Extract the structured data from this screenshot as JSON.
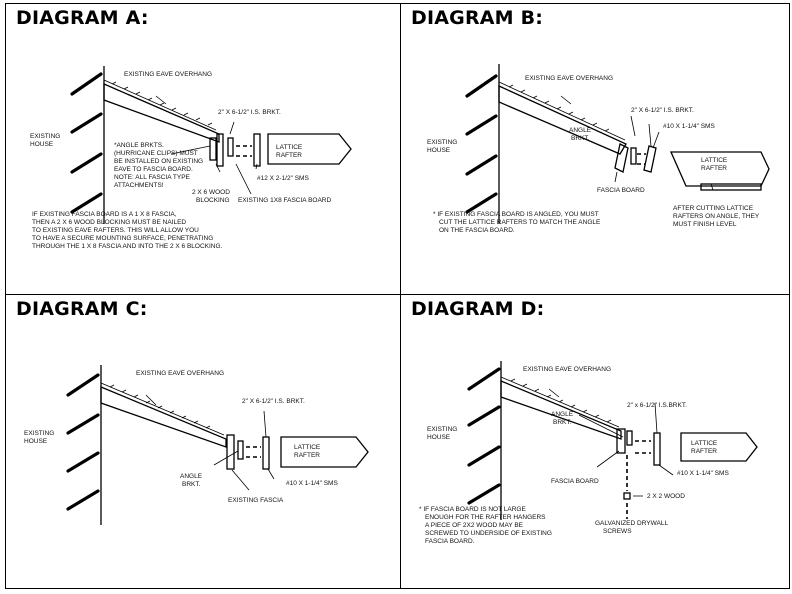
{
  "panels": {
    "a": {
      "title": "DIAGRAM A:",
      "eave": "EXISTING EAVE OVERHANG",
      "bracket": "2\" X 6-1/2\" I.S. BRKT.",
      "house_1": "EXISTING",
      "house_2": "HOUSE",
      "note_1": "*ANGLE BRKTS.",
      "note_2": "(HURRICANE CLIPS) MUST",
      "note_3": "BE INSTALLED ON EXISTING",
      "note_4": "EAVE TO FASCIA BOARD.",
      "note_5": "NOTE: ALL FASCIA TYPE",
      "note_6": "ATTACHMENTS!",
      "rafter_1": "LATTICE",
      "rafter_2": "RAFTER",
      "screw": "#12 X 2-1/2\" SMS",
      "wood_1": "2 X 6 WOOD",
      "wood_2": "BLOCKING",
      "fascia": "EXISTING 1X8 FASCIA BOARD",
      "foot_1": "IF EXISTING FASCIA BOARD IS A 1 X 8 FASCIA,",
      "foot_2": "THEN A 2 X 6 WOOD BLOCKING MUST BE NAILED",
      "foot_3": "TO EXISTING EAVE RAFTERS. THIS WILL ALLOW YOU",
      "foot_4": "TO HAVE A SECURE MOUNTING SURFACE, PENETRATING",
      "foot_5": "THROUGH THE 1 X 8 FASCIA AND INTO THE 2 X 6 BLOCKING."
    },
    "b": {
      "title": "DIAGRAM B:",
      "eave": "EXISTING EAVE OVERHANG",
      "bracket": "2\" X 6-1/2\" I.S. BRKT.",
      "angle_1": "ANGLE",
      "angle_2": "BRKT.",
      "screw": "#10 X 1-1/4\" SMS",
      "house_1": "EXISTING",
      "house_2": "HOUSE",
      "rafter_1": "LATTICE",
      "rafter_2": "RAFTER",
      "fascia": "FASCIA BOARD",
      "foot_1": "* IF EXISTING FASCIA BOARD IS ANGLED, YOU MUST",
      "foot_2": "CUT THE LATTICE RAFTERS TO MATCH THE ANGLE",
      "foot_3": "ON THE FASCIA BOARD.",
      "after_1": "AFTER CUTTING LATTICE",
      "after_2": "RAFTERS ON ANGLE, THEY",
      "after_3": "MUST FINISH LEVEL"
    },
    "c": {
      "title": "DIAGRAM C:",
      "eave": "EXISTING EAVE OVERHANG",
      "bracket": "2\" X 6-1/2\" I.S. BRKT.",
      "house_1": "EXISTING",
      "house_2": "HOUSE",
      "rafter_1": "LATTICE",
      "rafter_2": "RAFTER",
      "angle_1": "ANGLE",
      "angle_2": "BRKT.",
      "screw": "#10 X 1-1/4\" SMS",
      "fascia": "EXISTING FASCIA"
    },
    "d": {
      "title": "DIAGRAM D:",
      "eave": "EXISTING EAVE OVERHANG",
      "bracket": "2\" x 6-1/2\" I.S.BRKT.",
      "angle_1": "ANGLE",
      "angle_2": "BRKT.",
      "house_1": "EXISTING",
      "house_2": "HOUSE",
      "rafter_1": "LATTICE",
      "rafter_2": "RAFTER",
      "screw": "#10 X 1-1/4\" SMS",
      "fascia": "FASCIA BOARD",
      "wood": "2 X 2 WOOD",
      "foot_1": "* IF FASCIA BOARD IS NOT LARGE",
      "foot_2": "ENOUGH FOR THE RAFTER HANGERS",
      "foot_3": "A PIECE OF 2X2 WOOD MAY BE",
      "foot_4": "SCREWED TO UNDERSIDE OF EXISTING",
      "foot_5": "FASCIA BOARD.",
      "drywall_1": "GALVANIZED DRYWALL",
      "drywall_2": "SCREWS"
    }
  }
}
